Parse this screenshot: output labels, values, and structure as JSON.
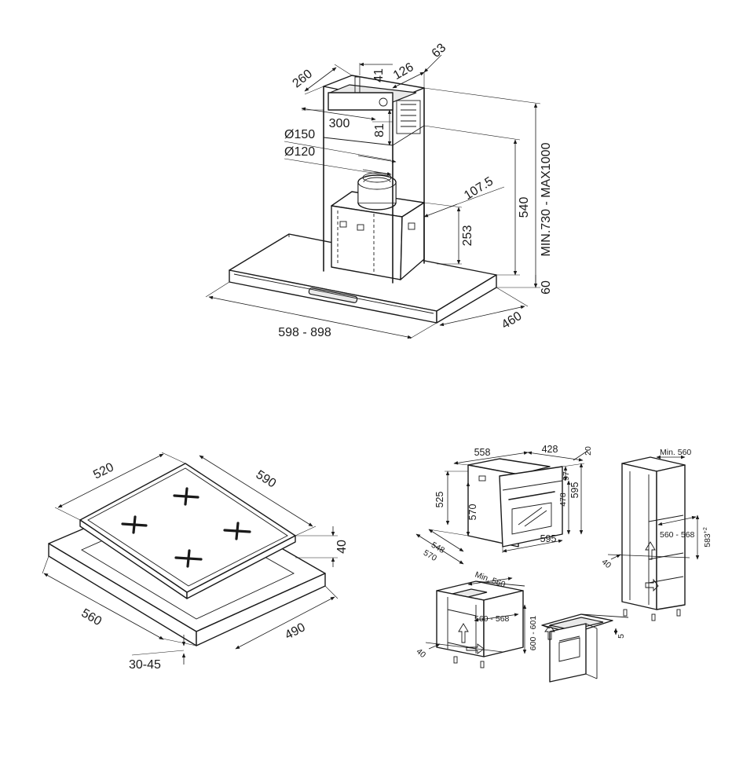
{
  "hood": {
    "labels": {
      "w260": "260",
      "w41": "41",
      "w126": "126",
      "w63": "63",
      "w300": "300",
      "h81": "81",
      "d150": "Ø150",
      "d120": "Ø120",
      "w107": "107.5",
      "h540": "540",
      "h253": "253",
      "hminmax": "MIN.730 - MAX1000",
      "h60": "60",
      "w598": "598 - 898",
      "d460": "460"
    }
  },
  "hob": {
    "labels": {
      "w520": "520",
      "w590": "590",
      "h40": "40",
      "w560": "560",
      "w490": "490",
      "h3045": "30-45"
    }
  },
  "oven": {
    "labels": {
      "w558": "558",
      "w428": "428",
      "w20": "20",
      "h97": "97",
      "h525": "525",
      "h570": "570",
      "h478": "478",
      "h595v": "595",
      "d548": "548",
      "d570": "570",
      "w595h": "595"
    }
  },
  "column": {
    "labels": {
      "min560": "Min. 560",
      "w560568": "560 - 568",
      "h583": "583",
      "h583sup": "+2",
      "d40": "40"
    }
  },
  "undercounter": {
    "labels": {
      "min560": "Min. 560",
      "w560568": "560 - 568",
      "h600601": "600 - 601",
      "d40": "40"
    }
  },
  "hobinstall": {
    "labels": {
      "h5": "5"
    }
  }
}
